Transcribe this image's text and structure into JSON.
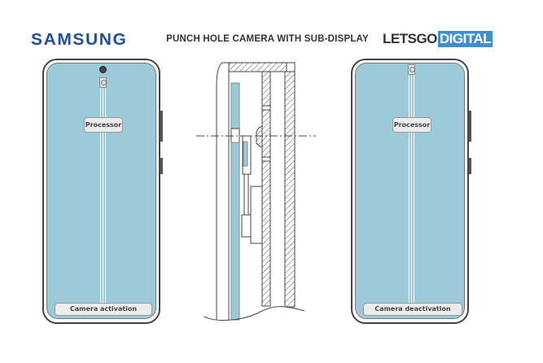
{
  "header": {
    "brand_logo": "SAMSUNG",
    "title": "PUNCH HOLE CAMERA WITH SUB-DISPLAY",
    "source_logo_part1": "LETSGO",
    "source_logo_part2": "DIGITAL"
  },
  "left_phone": {
    "processor_label": "Processor",
    "status_label": "Camera activation"
  },
  "right_phone": {
    "processor_label": "Processor",
    "status_label": "Camera deactivation"
  },
  "colors": {
    "screen": "#9ccad8",
    "brand_blue": "#1f4fa0",
    "letsgo_blue": "#3f8fd0"
  }
}
